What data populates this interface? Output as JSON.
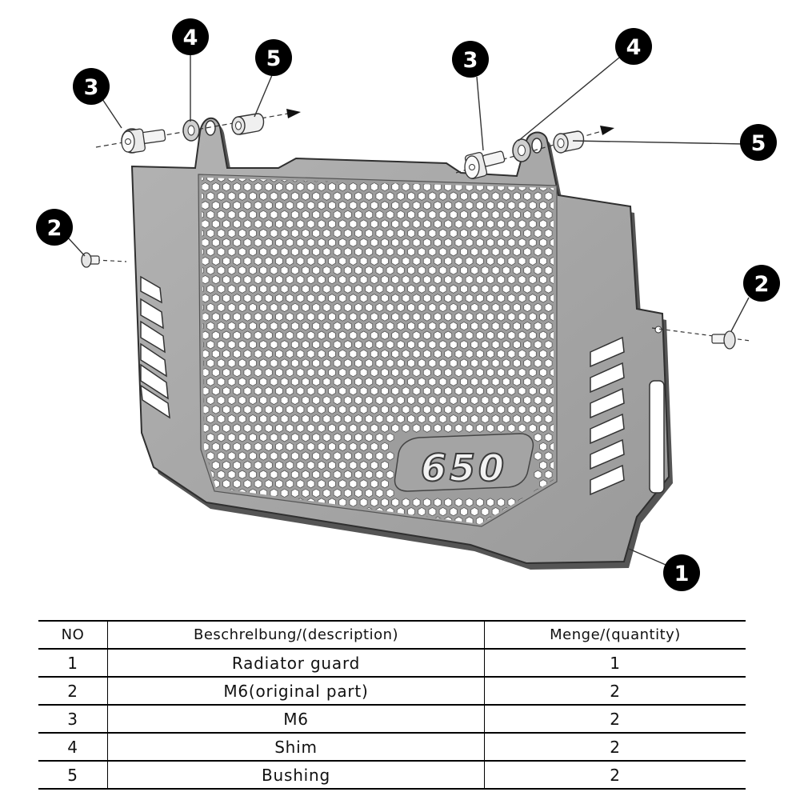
{
  "badge": "650",
  "callouts": {
    "main_guard": "1",
    "left_screw": "2",
    "right_screw": "2",
    "left_bolt": "3",
    "right_bolt": "3",
    "left_shim": "4",
    "right_shim": "4",
    "left_bushing": "5",
    "right_bushing": "5"
  },
  "table": {
    "headers": [
      "NO",
      "Beschrelbung/(description)",
      "Menge/(quantity)"
    ],
    "rows": [
      {
        "no": "1",
        "description": "Radiator guard",
        "quantity": "1"
      },
      {
        "no": "2",
        "description": "M6(original part)",
        "quantity": "2"
      },
      {
        "no": "3",
        "description": "M6",
        "quantity": "2"
      },
      {
        "no": "4",
        "description": "Shim",
        "quantity": "2"
      },
      {
        "no": "5",
        "description": "Bushing",
        "quantity": "2"
      }
    ]
  },
  "colors": {
    "plate": "#a9a9a9",
    "plate_edge": "#3a3a3a",
    "callout": "#000000"
  }
}
